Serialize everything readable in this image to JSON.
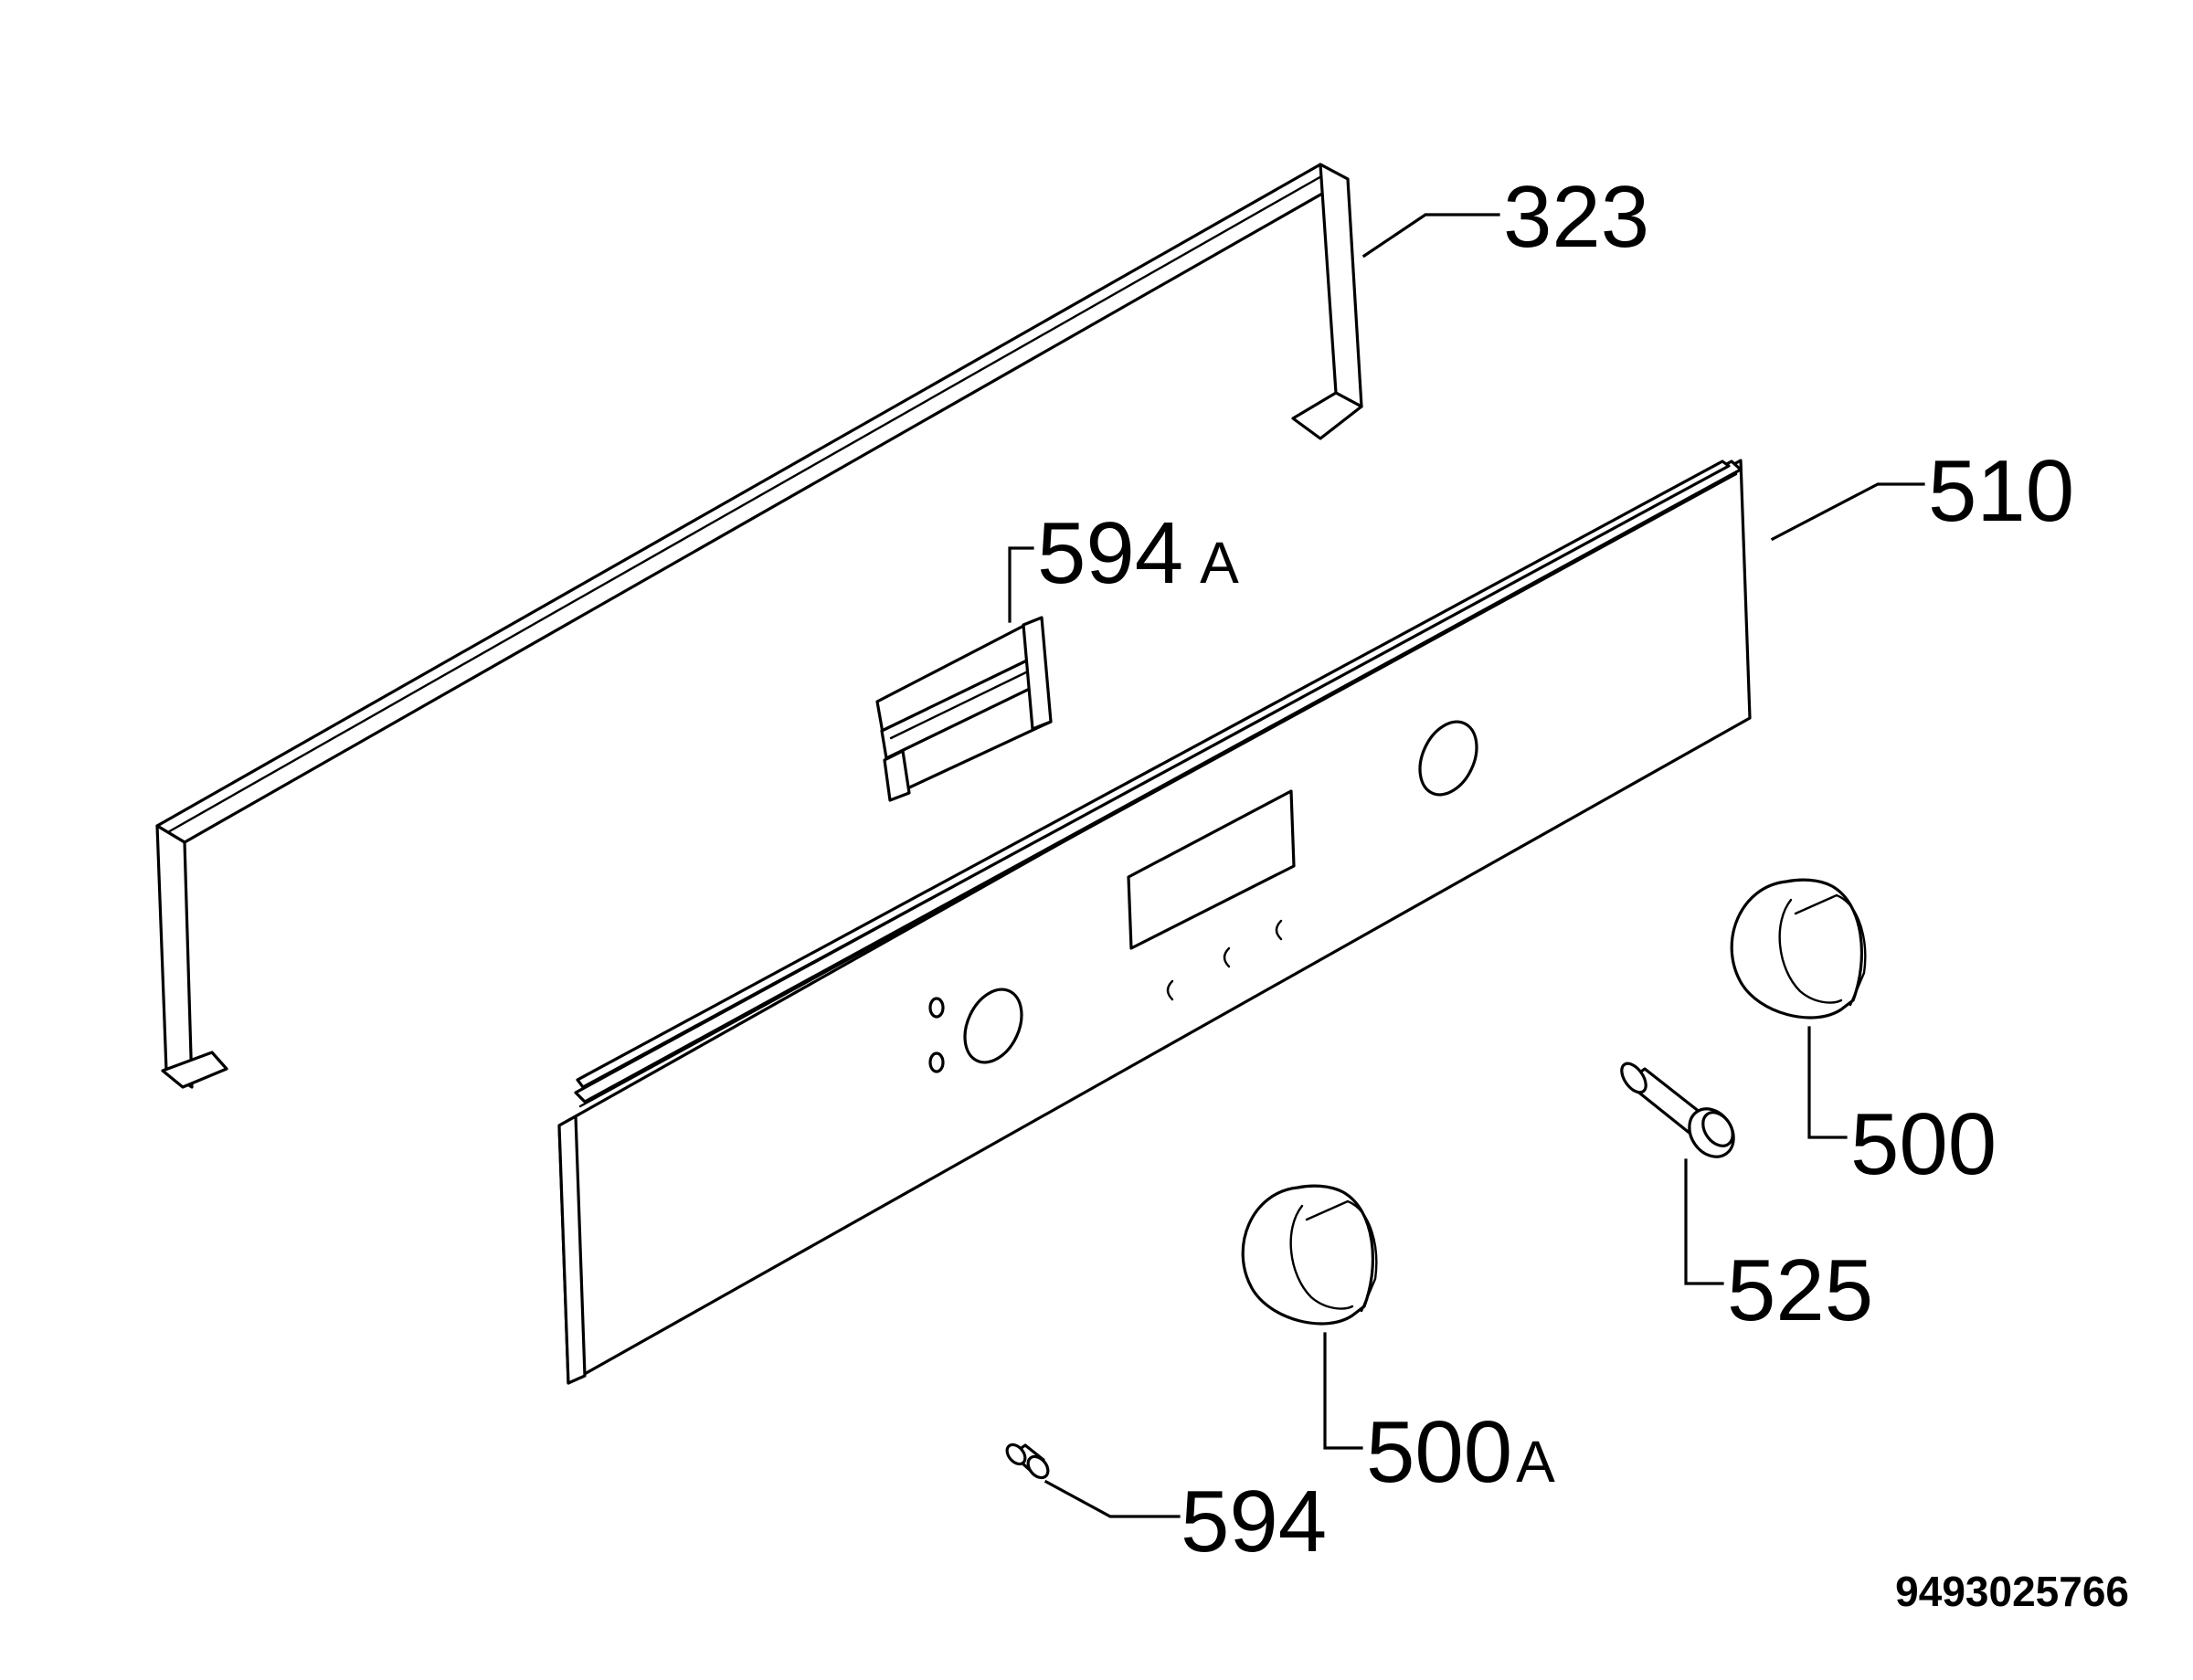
{
  "diagram": {
    "document_number": "9493025766",
    "callouts": {
      "frame": "323",
      "panel": "510",
      "bracket": "594",
      "bracket_suffix": "A",
      "knob": "500",
      "knob_a": "500",
      "knob_a_suffix": "A",
      "spindle": "525",
      "small_knob": "594"
    }
  }
}
